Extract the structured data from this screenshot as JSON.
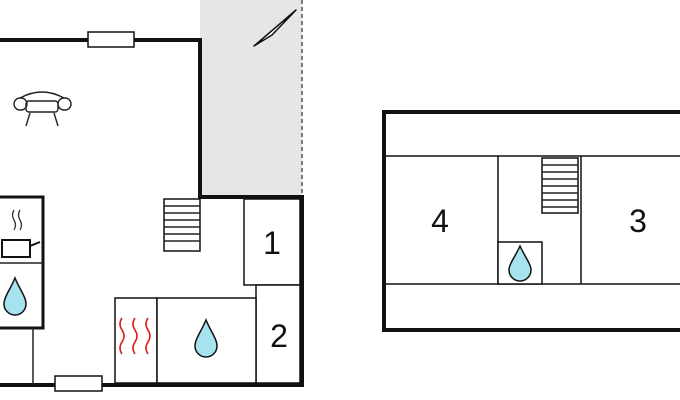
{
  "rooms": {
    "room_1": "1",
    "room_2": "2",
    "room_3": "3",
    "room_4": "4"
  },
  "colors": {
    "terrace": "#e6e6e6",
    "water": "#a6e3ef",
    "heater": "#e02020",
    "wall": "#111111"
  },
  "icons": [
    "sofa-icon",
    "stove-icon",
    "water-drop-icon",
    "heater-icon",
    "stairs-icon",
    "north-arrow-icon"
  ]
}
